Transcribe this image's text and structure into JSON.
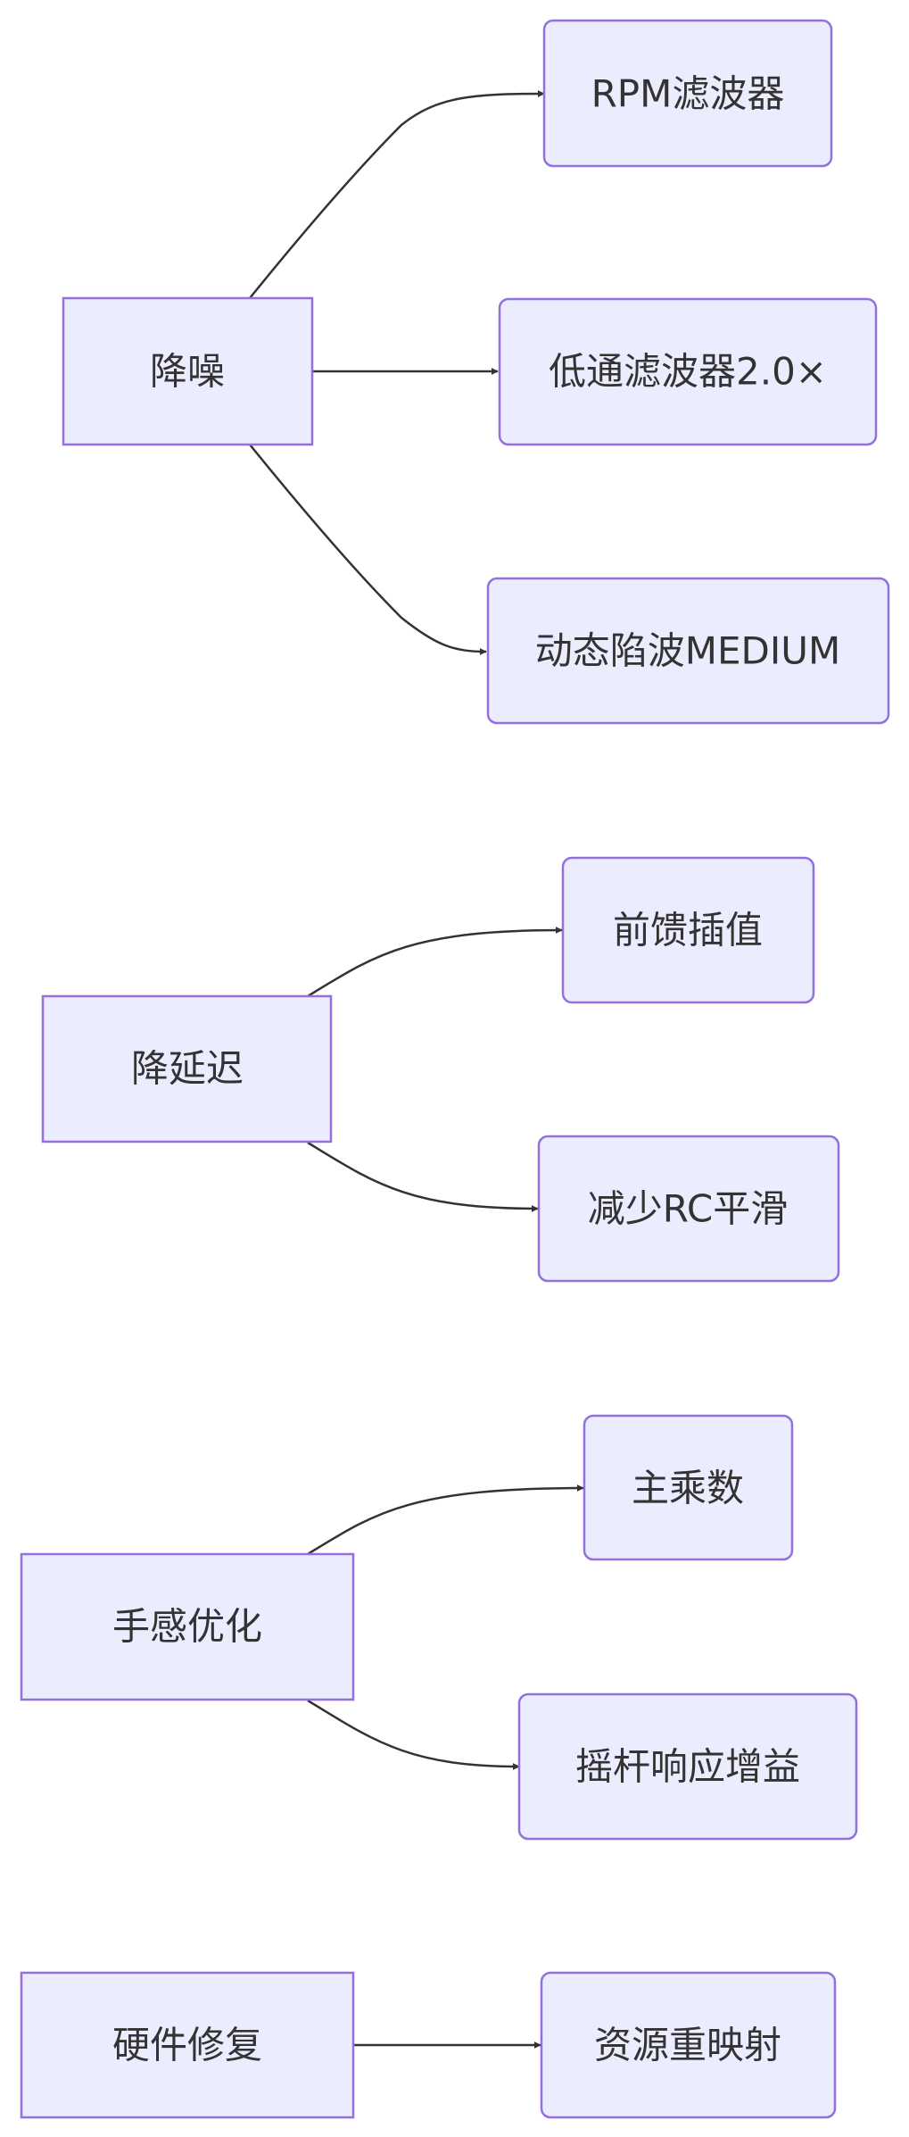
{
  "diagram": {
    "type": "flowchart-left-right",
    "colors": {
      "node_fill": "#ECECFF",
      "node_border": "#9370DB",
      "edge": "#333333",
      "text": "#333333"
    },
    "groups": [
      {
        "source": "降噪",
        "targets": [
          "RPM滤波器",
          "低通滤波器2.0×",
          "动态陷波MEDIUM"
        ]
      },
      {
        "source": "降延迟",
        "targets": [
          "前馈插值",
          "减少RC平滑"
        ]
      },
      {
        "source": "手感优化",
        "targets": [
          "主乘数",
          "摇杆响应增益"
        ]
      },
      {
        "source": "硬件修复",
        "targets": [
          "资源重映射"
        ]
      }
    ]
  }
}
